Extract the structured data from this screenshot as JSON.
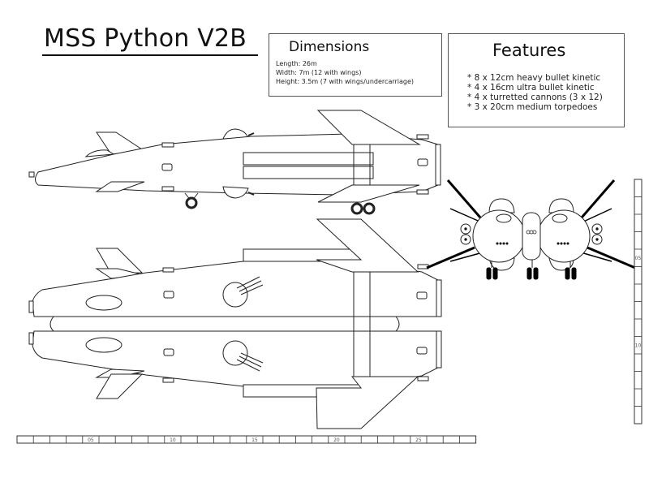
{
  "title": "MSS Python V2B",
  "dimensions": {
    "heading": "Dimensions",
    "lines": [
      "Length: 26m",
      "Width: 7m (12 with wings)",
      "Height: 3.5m (7 with wings/undercarriage)"
    ]
  },
  "features": {
    "heading": "Features",
    "lines": [
      "* 8 x 12cm heavy bullet kinetic",
      "* 4 x 16cm ultra bullet kinetic",
      "* 4 x turretted cannons (3 x 12)",
      "* 3 x 20cm medium torpedoes"
    ]
  },
  "views": {
    "side": "side-view",
    "top": "top-view",
    "front": "front-view"
  },
  "horizontal_ruler": {
    "labels": [
      "05",
      "10",
      "15",
      "20",
      "25"
    ]
  },
  "vertical_ruler": {
    "labels": [
      "05",
      "10"
    ]
  }
}
